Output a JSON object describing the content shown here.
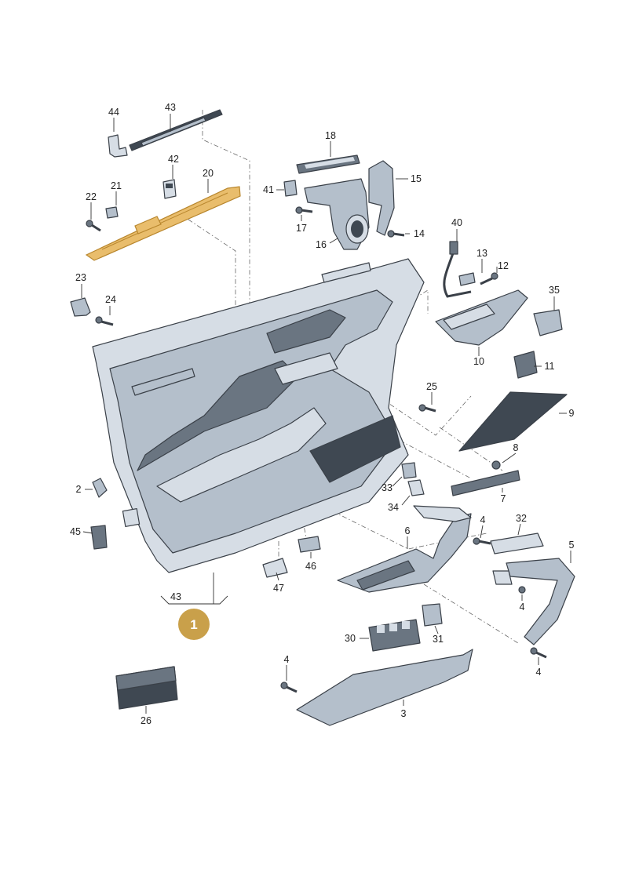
{
  "diagram": {
    "badge": "1",
    "callouts": {
      "c1": "44",
      "c2": "43",
      "c3": "42",
      "c4": "20",
      "c5": "22",
      "c6": "21",
      "c7": "18",
      "c8": "41",
      "c9": "15",
      "c10": "17",
      "c11": "16",
      "c12": "14",
      "c13": "40",
      "c14": "13",
      "c15": "12",
      "c16": "35",
      "c17": "10",
      "c18": "11",
      "c19": "23",
      "c20": "24",
      "c21": "25",
      "c22": "9",
      "c23": "8",
      "c24": "2",
      "c25": "33",
      "c26": "7",
      "c27": "34",
      "c28": "45",
      "c29": "6",
      "c30": "4",
      "c31": "32",
      "c32": "5",
      "c33": "46",
      "c34": "47",
      "c35": "43",
      "c36": "4",
      "c37": "30",
      "c38": "31",
      "c39": "4",
      "c40": "4",
      "c41": "26",
      "c42": "3"
    }
  }
}
